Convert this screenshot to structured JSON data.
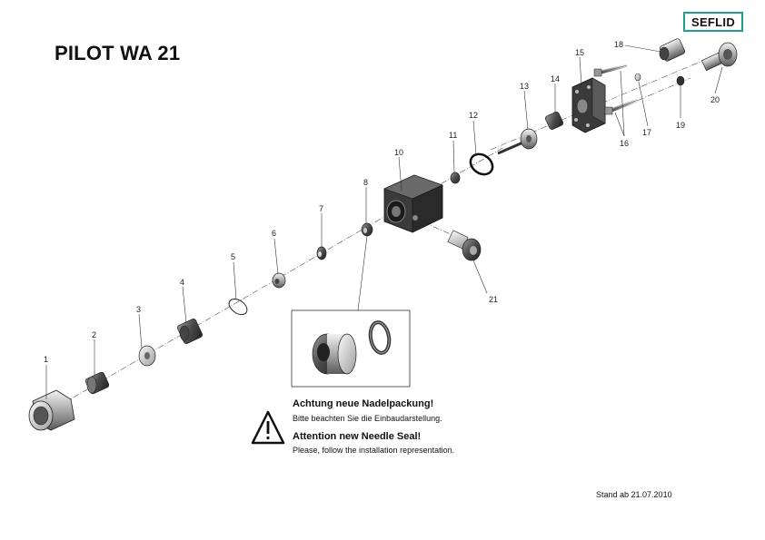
{
  "header": {
    "title": "PILOT WA 21",
    "logo_text": "SEFLID",
    "logo_border_color": "#1f9e8f"
  },
  "parts": [
    {
      "id": "part-1",
      "number": "1"
    },
    {
      "id": "part-2",
      "number": "2"
    },
    {
      "id": "part-3",
      "number": "3"
    },
    {
      "id": "part-4",
      "number": "4"
    },
    {
      "id": "part-5",
      "number": "5"
    },
    {
      "id": "part-6",
      "number": "6"
    },
    {
      "id": "part-7",
      "number": "7"
    },
    {
      "id": "part-8",
      "number": "8"
    },
    {
      "id": "part-10",
      "number": "10"
    },
    {
      "id": "part-11",
      "number": "11"
    },
    {
      "id": "part-12",
      "number": "12"
    },
    {
      "id": "part-13",
      "number": "13"
    },
    {
      "id": "part-14",
      "number": "14"
    },
    {
      "id": "part-15",
      "number": "15"
    },
    {
      "id": "part-16",
      "number": "16"
    },
    {
      "id": "part-17",
      "number": "17"
    },
    {
      "id": "part-18",
      "number": "18"
    },
    {
      "id": "part-19",
      "number": "19"
    },
    {
      "id": "part-20",
      "number": "20"
    },
    {
      "id": "part-21",
      "number": "21"
    }
  ],
  "notice": {
    "de_heading": "Achtung neue Nadelpackung!",
    "de_text": "Bitte beachten Sie die Einbaudarstellung.",
    "en_heading": "Attention new Needle Seal!",
    "en_text": "Please, follow the installation representation.",
    "warning_icon": "warning-triangle-icon"
  },
  "footer": {
    "date": "Stand ab 21.07.2010"
  }
}
